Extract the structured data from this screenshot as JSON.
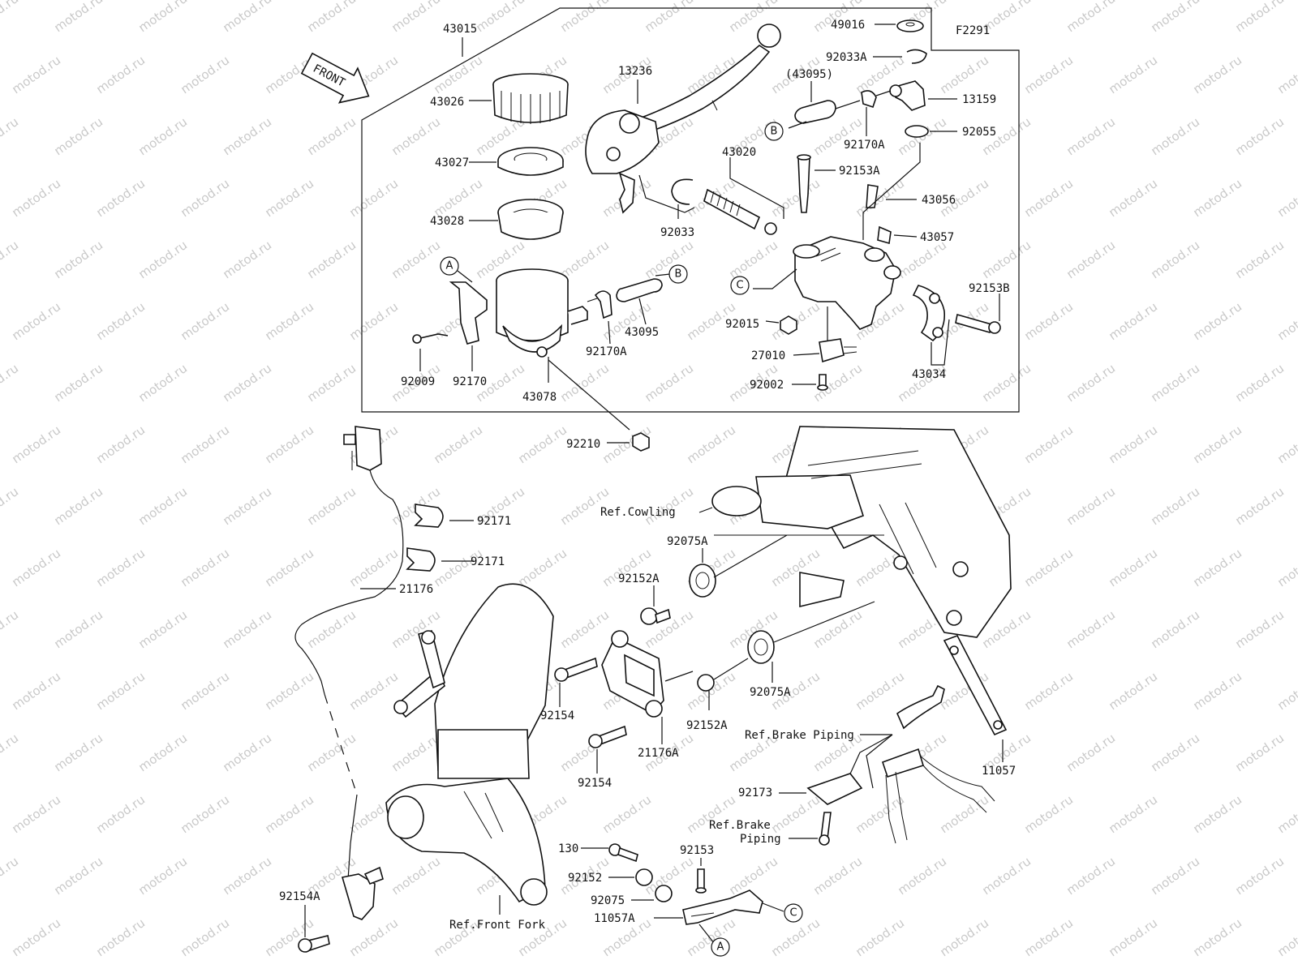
{
  "diagram_code": "F2291",
  "watermark_text": "motod.ru",
  "front_label": "FRONT",
  "colors": {
    "line": "#111111",
    "watermark": "#c9c9c9",
    "background": "#ffffff"
  },
  "ref_circles": {
    "A": "A",
    "B": "B",
    "C": "C"
  },
  "labels": {
    "p43015": "43015",
    "p43026": "43026",
    "p43027": "43027",
    "p43028": "43028",
    "p13236": "13236",
    "p43095_paren": "(43095)",
    "p49016": "49016",
    "p92033A": "92033A",
    "p13159": "13159",
    "p92055": "92055",
    "p92170A_top": "92170A",
    "p43020": "43020",
    "p92153A": "92153A",
    "p43056": "43056",
    "p43057": "43057",
    "p92033": "92033",
    "p92153B": "92153B",
    "p92015": "92015",
    "p27010": "27010",
    "p92002": "92002",
    "p43034": "43034",
    "p43095": "43095",
    "p92170A": "92170A",
    "p92009": "92009",
    "p92170": "92170",
    "p43078": "43078",
    "p92210": "92210",
    "p92171_a": "92171",
    "p92171_b": "92171",
    "p21176": "21176",
    "ref_cowling": "Ref.Cowling",
    "p92075A_a": "92075A",
    "p92152A_a": "92152A",
    "p92075A_b": "92075A",
    "p92152A_b": "92152A",
    "p92154_a": "92154",
    "p92154_b": "92154",
    "p21176A": "21176A",
    "ref_brake_piping_1": "Ref.Brake Piping",
    "p11057": "11057",
    "p92173": "92173",
    "ref_brake_line1": "Ref.Brake",
    "ref_brake_line2": "Piping",
    "p130": "130",
    "p92153": "92153",
    "p92152": "92152",
    "p92075": "92075",
    "p11057A": "11057A",
    "p92154A": "92154A",
    "ref_front_fork": "Ref.Front Fork"
  }
}
